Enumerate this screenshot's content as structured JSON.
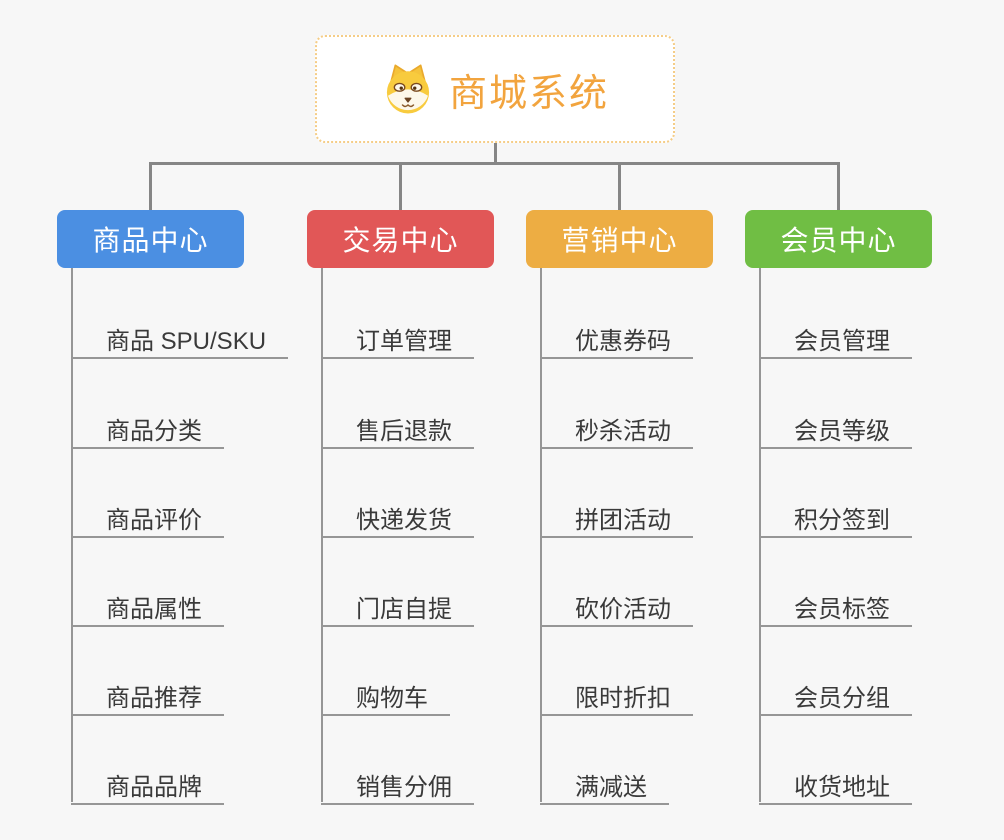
{
  "root": {
    "title": "商城系统",
    "icon": "shiba-dog-icon",
    "text_color": "#f2a43e",
    "border_color": "#f5cd87"
  },
  "connector_color": "#868686",
  "child_line_color": "#969696",
  "child_text_color": "#3a3a3a",
  "background_color": "#f7f7f7",
  "branches": [
    {
      "label": "商品中心",
      "color": "#4b8fe2",
      "items": [
        "商品 SPU/SKU",
        "商品分类",
        "商品评价",
        "商品属性",
        "商品推荐",
        "商品品牌"
      ]
    },
    {
      "label": "交易中心",
      "color": "#e15757",
      "items": [
        "订单管理",
        "售后退款",
        "快递发货",
        "门店自提",
        "购物车",
        "销售分佣"
      ]
    },
    {
      "label": "营销中心",
      "color": "#edad43",
      "items": [
        "优惠券码",
        "秒杀活动",
        "拼团活动",
        "砍价活动",
        "限时折扣",
        "满减送"
      ]
    },
    {
      "label": "会员中心",
      "color": "#70be44",
      "items": [
        "会员管理",
        "会员等级",
        "积分签到",
        "会员标签",
        "会员分组",
        "收货地址"
      ]
    }
  ]
}
